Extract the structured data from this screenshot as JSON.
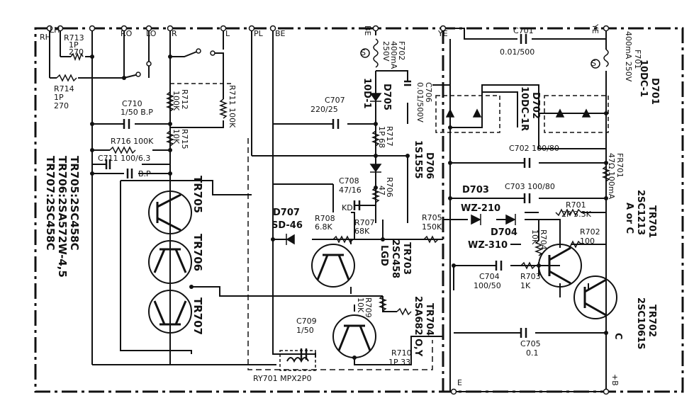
{
  "terminals": {
    "rh": "RH",
    "lh": "LH",
    "ro": "RO",
    "lo": "LO",
    "r": "R",
    "l": "L",
    "pl": "PL",
    "be_top": "BE",
    "be_fuse": "BE",
    "ye_left": "YE",
    "ye_right": "YE",
    "e": "E",
    "b_plus": "+B"
  },
  "components": {
    "r713": [
      "R713",
      "1P",
      "270"
    ],
    "r714": [
      "R714",
      "1P",
      "270"
    ],
    "c710": [
      "C710",
      "1/50 B.P"
    ],
    "r712": [
      "R712",
      "100K"
    ],
    "r711": "R711 100K",
    "r715": [
      "R715",
      "10K"
    ],
    "r716": "R716 100K",
    "c711": "C711 100/6.3",
    "bp": "B.P",
    "c707": [
      "C707",
      "220/25"
    ],
    "f702": [
      "F702",
      "400mA",
      "250V"
    ],
    "d705": "D705",
    "d705_type": "10D-1",
    "c706": [
      "C706",
      "0.01/500V"
    ],
    "r717": [
      "R717",
      "1P 68"
    ],
    "d706": "D706",
    "d706_type": "1S1555",
    "c708": [
      "C708",
      "47/16",
      "KD"
    ],
    "r706": [
      "R706",
      "47"
    ],
    "d707": "D707",
    "d707_type": "SD-46",
    "r708": [
      "R708",
      "6.8K"
    ],
    "r707": [
      "R707",
      "68K"
    ],
    "r705": [
      "R705",
      "150K"
    ],
    "c709": [
      "C709",
      "1/50"
    ],
    "r709": [
      "R709",
      "10K"
    ],
    "r710": [
      "R710",
      "1P 33"
    ],
    "ry701": "RY701 MPX2P0",
    "c701": [
      "C701",
      "0.01/500"
    ],
    "f701": [
      "F701",
      "400mA 250V"
    ],
    "d702": "D702",
    "d702_type": "10DC-1R",
    "d701": "D701",
    "d701_type": "10DC-1",
    "c702": "C702 100/80",
    "fr701": [
      "FR701",
      "47Ω 100mA"
    ],
    "d703": "D703",
    "d703_type": "WZ-210",
    "c703": "C703 100/80",
    "r701": [
      "R701",
      "2P 3.3K"
    ],
    "d704": "D704",
    "d704_type": "WZ-310",
    "r704": [
      "R704",
      "10K"
    ],
    "r702": [
      "R702",
      "100"
    ],
    "c704": [
      "C704",
      "100/50"
    ],
    "r703": [
      "R703",
      "1K"
    ],
    "c705": [
      "C705",
      "0.1"
    ],
    "fuse_mark": "S"
  },
  "transistors": {
    "tr705": "TR705",
    "tr706": "TR706",
    "tr707": "TR707",
    "tr703": [
      "TR703",
      "2SC458",
      "LGD"
    ],
    "tr704": [
      "TR704",
      "2SA682 O,Y"
    ],
    "tr701": [
      "TR701",
      "2SC1213",
      "A or C"
    ],
    "tr702": [
      "TR702",
      "2SC1061S",
      "C"
    ]
  },
  "legend": [
    "TR705:2SC458C",
    "TR706:2SA572W-4,5",
    "TR707:2SC458C"
  ]
}
